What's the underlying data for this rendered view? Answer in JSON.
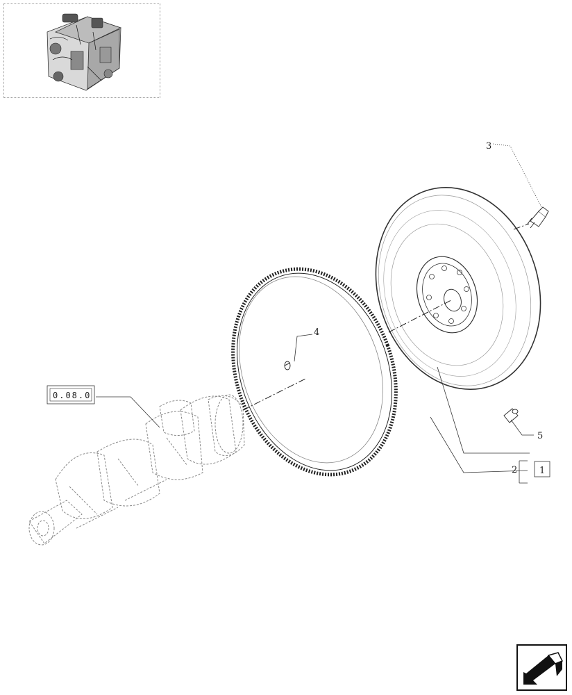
{
  "thumbnail": {
    "icon": "engine-assembly-icon"
  },
  "diagram": {
    "callouts": [
      {
        "id": "3",
        "label": "3"
      },
      {
        "id": "4",
        "label": "4"
      },
      {
        "id": "5",
        "label": "5"
      },
      {
        "id": "2",
        "label": "2"
      }
    ],
    "group_box": {
      "label": "1"
    },
    "reference_box": {
      "label": "0.08.0"
    },
    "parts": {
      "flywheel": "flywheel",
      "ring_gear": "ring-gear",
      "screw": "flywheel-screw",
      "pin": "dowel-pin",
      "bushing": "bushing",
      "crankshaft": "crankshaft"
    }
  },
  "navigation": {
    "icon": "previous-page-arrow-icon"
  }
}
